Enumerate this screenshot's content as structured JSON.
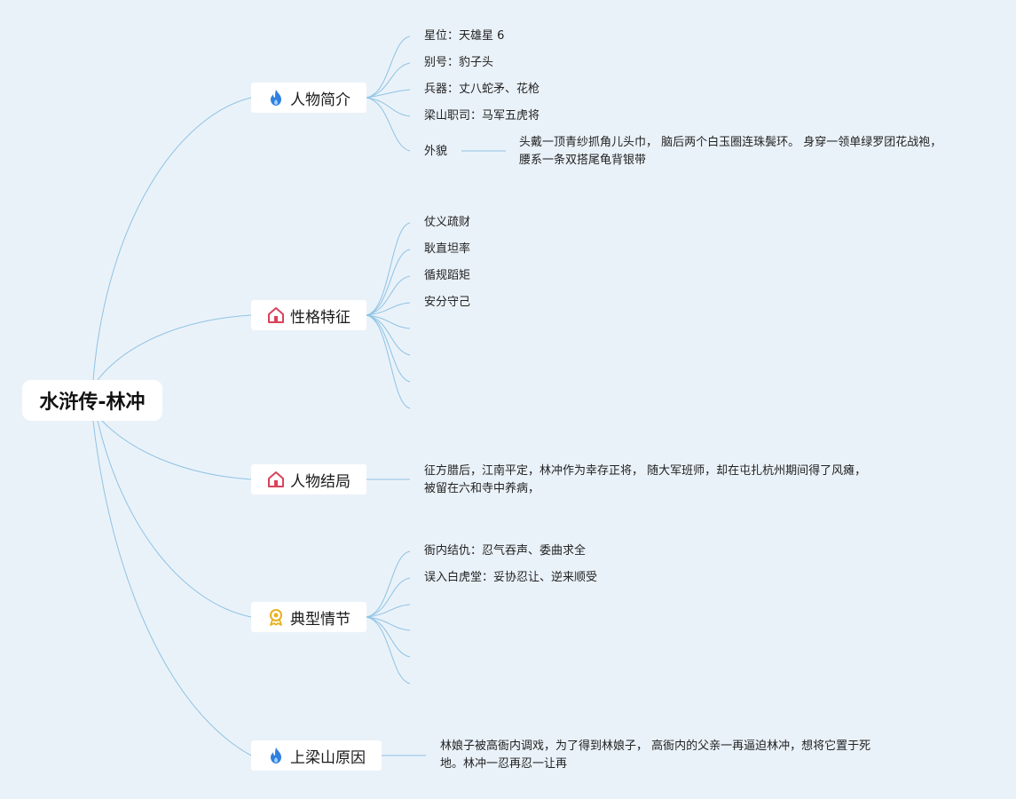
{
  "root": {
    "title": "水浒传-林冲"
  },
  "branches": [
    {
      "label": "人物简介",
      "icon": "flame-icon",
      "items": [
        "星位：天雄星 6",
        "别号：豹子头",
        "兵器：丈八蛇矛、花枪",
        "梁山职司：马军五虎将",
        "外貌"
      ],
      "appearance_detail": "头戴一顶青纱抓角儿头巾， 脑后两个白玉圈连珠鬓环。 身穿一领单绿罗团花战袍， 腰系一条双搭尾龟背银带"
    },
    {
      "label": "性格特征",
      "icon": "home-icon",
      "items": [
        "仗义疏财",
        "耿直坦率",
        "循规蹈矩",
        "安分守己"
      ]
    },
    {
      "label": "人物结局",
      "icon": "home-icon",
      "note": "征方腊后，江南平定，林冲作为幸存正将， 随大军班师，却在屯扎杭州期间得了风瘫， 被留在六和寺中养病，"
    },
    {
      "label": "典型情节",
      "icon": "medal-icon",
      "items": [
        "衙内结仇：忍气吞声、委曲求全",
        "误入白虎堂：妥协忍让、逆来顺受"
      ]
    },
    {
      "label": "上梁山原因",
      "icon": "flame-icon",
      "note": "林娘子被高衙内调戏，为了得到林娘子， 高衙内的父亲一再逼迫林冲，想将它置于死地。林冲一忍再忍一让再"
    }
  ],
  "colors": {
    "background": "#eaf2f9",
    "connector": "#8ec3e4",
    "flame": "#2f80e0",
    "home": "#d9435a",
    "medal": "#e8b020"
  }
}
